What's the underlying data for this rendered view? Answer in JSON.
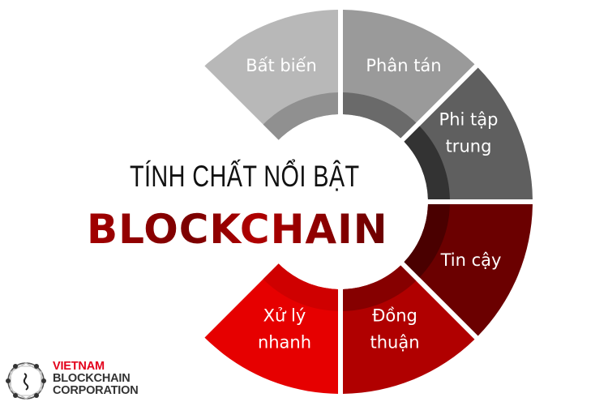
{
  "title": {
    "line1": "TÍNH CHẤT NỔI BẬT",
    "line2": "BLOCKCHAIN"
  },
  "segments": [
    {
      "id": "bat-bien",
      "lines": [
        "Bất biến"
      ],
      "color": "#b8b8b8",
      "band": "#909090"
    },
    {
      "id": "phan-tan",
      "lines": [
        "Phân tán"
      ],
      "color": "#9a9a9a",
      "band": "#6a6a6a"
    },
    {
      "id": "phi-tap-trung",
      "lines": [
        "Phi tập",
        "trung"
      ],
      "color": "#5f5f5f",
      "band": "#333333"
    },
    {
      "id": "tin-cay",
      "lines": [
        "Tin cậy"
      ],
      "color": "#6b0000",
      "band": "#4a0000"
    },
    {
      "id": "dong-thuan",
      "lines": [
        "Đồng",
        "thuận"
      ],
      "color": "#b00000",
      "band": "#860000"
    },
    {
      "id": "xu-ly-nhanh",
      "lines": [
        "Xử lý",
        "nhanh"
      ],
      "color": "#e60000",
      "band": "#cf0000"
    }
  ],
  "logo": {
    "line1": "VIETNAM",
    "line2": "BLOCKCHAIN",
    "line3": "CORPORATION",
    "accent": "#e3001b"
  }
}
